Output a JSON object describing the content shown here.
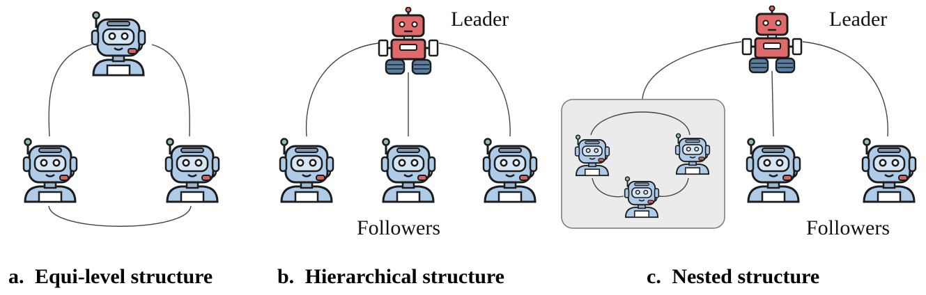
{
  "panels": {
    "a": {
      "caption_letter": "a.",
      "caption_text": "Equi-level structure"
    },
    "b": {
      "caption_letter": "b.",
      "caption_text": "Hierarchical structure",
      "leader_label": "Leader",
      "followers_label": "Followers"
    },
    "c": {
      "caption_letter": "c.",
      "caption_text": "Nested structure",
      "leader_label": "Leader",
      "followers_label": "Followers"
    }
  },
  "colors": {
    "agent_face": "#aecbe8",
    "agent_outline": "#1c1c1c",
    "agent_mouth": "#e35b5b",
    "leader_head": "#e06a6a",
    "leader_track": "#5a7fa3",
    "nest_box_fill": "#ebebeb",
    "nest_box_stroke": "#7a7a7a",
    "link": "#444444"
  }
}
